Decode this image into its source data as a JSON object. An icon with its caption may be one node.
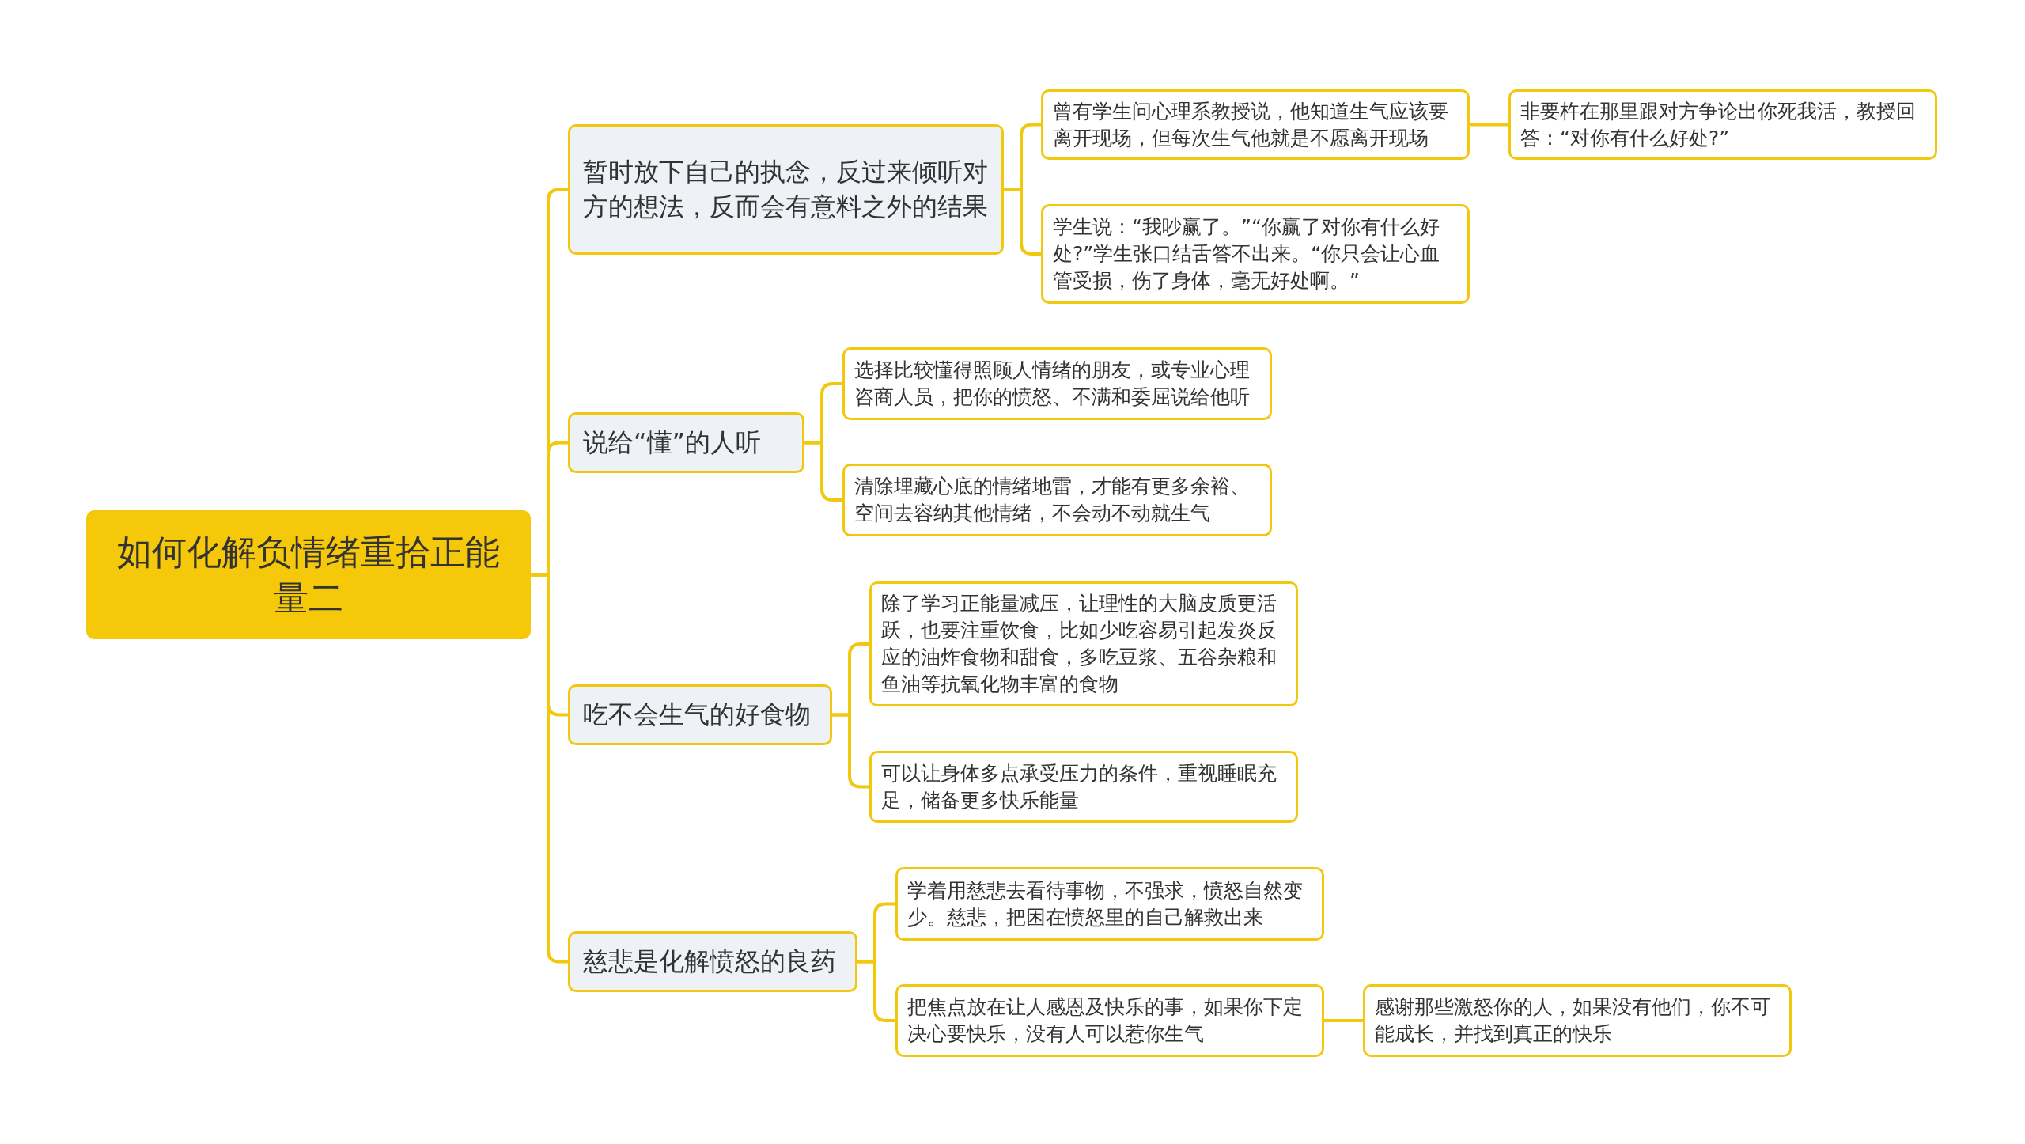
{
  "diagram": {
    "nodes": [
      {
        "text": [
          "如何化解负情绪重拾正能量二"
        ]
      },
      {
        "text": [
          "暂时放下自己的执念，反过来倾听对方的想法，反而会有意料之外的结果"
        ]
      },
      {
        "text": [
          "曾有学生问心理系教授说，他知道生气应该要离开现场，但每次生气他就是不愿离开现场"
        ]
      },
      {
        "text": [
          "非要杵在那里跟对方争论出你死我活，教授回答：“对你有什么好处?”"
        ]
      },
      {
        "text": [
          "学生说：“我吵赢了。”“你赢了对你有什么好处?”学生张口结舌答不出来。“你只会让心血管受损，伤了身体，毫无好处啊。”"
        ]
      },
      {
        "text": [
          "说给“懂”的人听"
        ]
      },
      {
        "text": [
          "选择比较懂得照顾人情绪的朋友，或专业心理咨商人员，把你的愤怒、不满和委屈说给他听"
        ]
      },
      {
        "text": [
          "清除埋藏心底的情绪地雷，才能有更多余裕、空间去容纳其他情绪，不会动不动就生气"
        ]
      },
      {
        "text": [
          "吃不会生气的好食物"
        ]
      },
      {
        "text": [
          "除了学习正能量减压，让理性的大脑皮质更活跃，也要注重饮食，比如少吃容易引起发炎反应的油炸食物和甜食，多吃豆浆、五谷杂粮和鱼油等抗氧化物丰富的食物"
        ]
      },
      {
        "text": [
          "可以让身体多点承受压力的条件，重视睡眠充足，储备更多快乐能量"
        ]
      },
      {
        "text": [
          "慈悲是化解愤怒的良药"
        ]
      },
      {
        "text": [
          "学着用慈悲去看待事物，不强求，愤怒自然变少。慈悲，把困在愤怒里的自己解救出来"
        ]
      },
      {
        "text": [
          "把焦点放在让人感恩及快乐的事，如果你下定决心要快乐，没有人可以惹你生气"
        ]
      },
      {
        "text": [
          "感谢那些激怒你的人，如果没有他们，你不可能成长，并找到真正的快乐"
        ]
      }
    ],
    "edges": [
      {
        "from": 0,
        "to": 1,
        "arrow": "none"
      },
      {
        "from": 1,
        "to": 2,
        "arrow": "none"
      },
      {
        "from": 2,
        "to": 3,
        "arrow": "none"
      },
      {
        "from": 1,
        "to": 4,
        "arrow": "none"
      },
      {
        "from": 0,
        "to": 5,
        "arrow": "none"
      },
      {
        "from": 5,
        "to": 6,
        "arrow": "none"
      },
      {
        "from": 5,
        "to": 7,
        "arrow": "none"
      },
      {
        "from": 0,
        "to": 8,
        "arrow": "none"
      },
      {
        "from": 8,
        "to": 9,
        "arrow": "none"
      },
      {
        "from": 8,
        "to": 10,
        "arrow": "none"
      },
      {
        "from": 0,
        "to": 11,
        "arrow": "none"
      },
      {
        "from": 11,
        "to": 12,
        "arrow": "none"
      },
      {
        "from": 11,
        "to": 13,
        "arrow": "none"
      },
      {
        "from": 13,
        "to": 14,
        "arrow": "none"
      }
    ]
  }
}
